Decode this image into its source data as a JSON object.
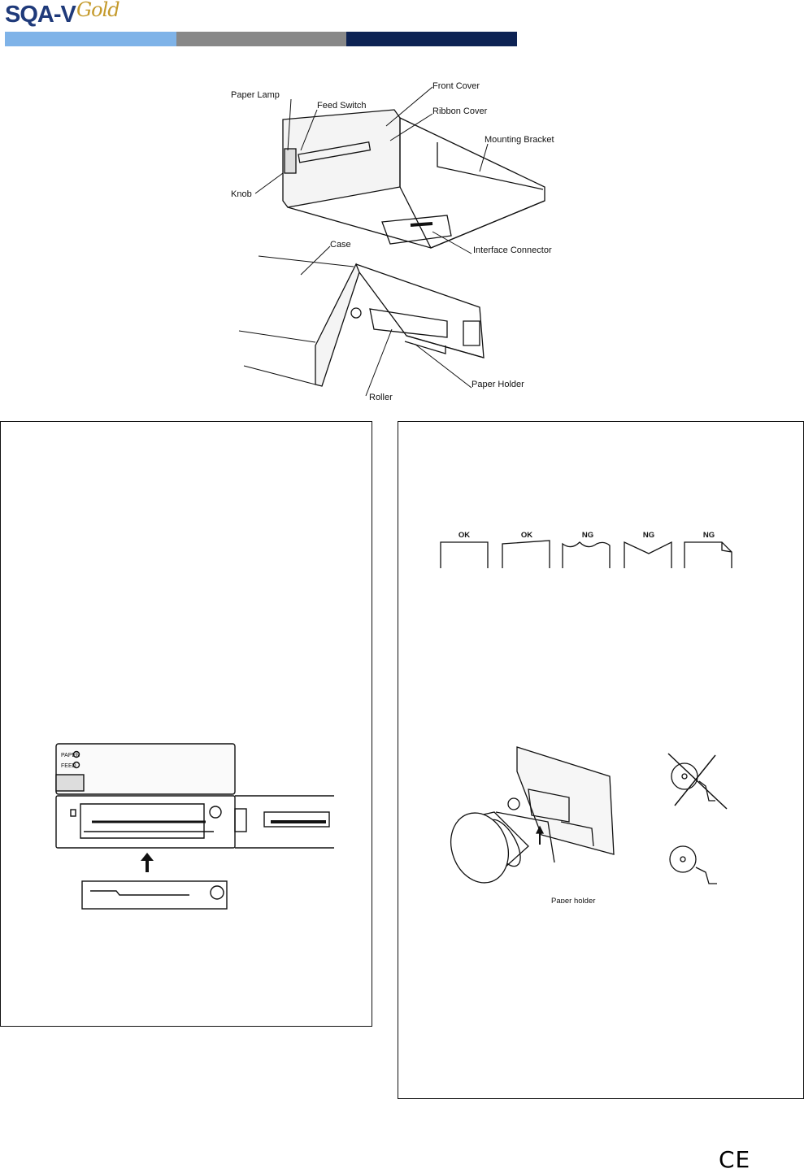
{
  "header": {
    "logo_main": "SQA-V",
    "logo_script": "Gold",
    "band_colors": [
      "#7fb3e8",
      "#888888",
      "#0d2354"
    ]
  },
  "overview_diagram": {
    "labels": {
      "paper_lamp": "Paper Lamp",
      "feed_switch": "Feed Switch",
      "front_cover": "Front Cover",
      "ribbon_cover": "Ribbon Cover",
      "mounting_bracket": "Mounting Bracket",
      "knob": "Knob",
      "interface_connector": "Interface Connector",
      "case": "Case",
      "paper_holder": "Paper Holder",
      "roller": "Roller"
    }
  },
  "ribbon_panel": {
    "printer_labels": {
      "paper": "PAPER",
      "feed": "FEED"
    }
  },
  "paper_panel": {
    "cut_examples": [
      "OK",
      "OK",
      "NG",
      "NG",
      "NG"
    ],
    "paper_holder_label": "Paper holder"
  },
  "footer": {
    "mark": "CE"
  }
}
